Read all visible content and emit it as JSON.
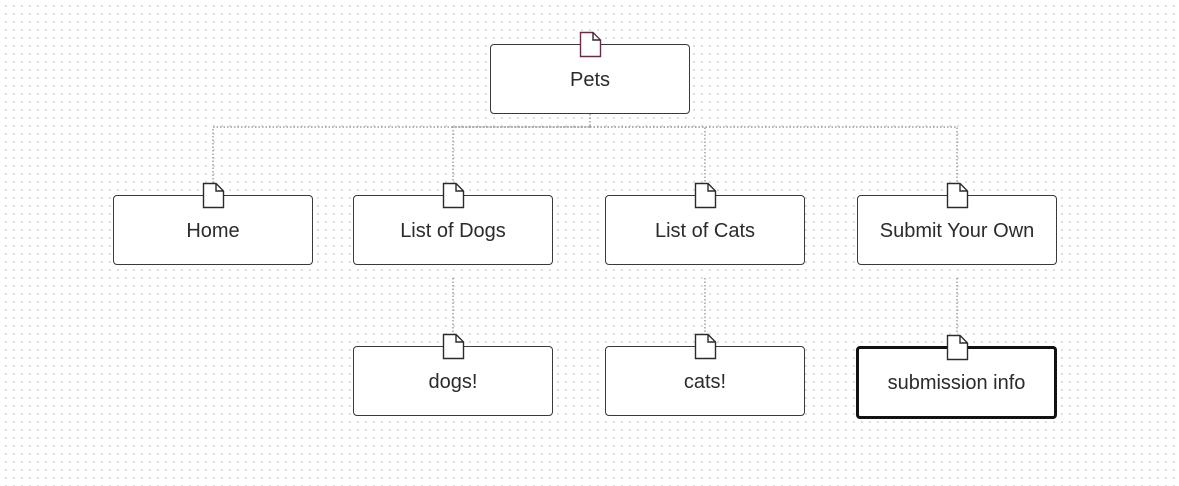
{
  "sitemap": {
    "root": {
      "id": "pets",
      "label": "Pets",
      "icon": "page-icon"
    },
    "pages": [
      {
        "id": "home",
        "label": "Home",
        "icon": "page-icon",
        "parent": "pets"
      },
      {
        "id": "list-of-dogs",
        "label": "List of Dogs",
        "icon": "page-icon",
        "parent": "pets"
      },
      {
        "id": "list-of-cats",
        "label": "List of Cats",
        "icon": "page-icon",
        "parent": "pets"
      },
      {
        "id": "submit-your-own",
        "label": "Submit Your Own",
        "icon": "page-icon",
        "parent": "pets"
      },
      {
        "id": "dogs",
        "label": "dogs!",
        "icon": "page-icon",
        "parent": "list-of-dogs"
      },
      {
        "id": "cats",
        "label": "cats!",
        "icon": "page-icon",
        "parent": "list-of-cats"
      },
      {
        "id": "submission-info",
        "label": "submission info",
        "icon": "page-icon",
        "parent": "submit-your-own",
        "selected": true
      }
    ]
  },
  "colors": {
    "node_border": "#3a3a3a",
    "selected_border": "#111111",
    "connector": "#8a8a8a",
    "dot_grid": "#dcdcdc",
    "root_icon_accent": "#6a2a4a"
  }
}
